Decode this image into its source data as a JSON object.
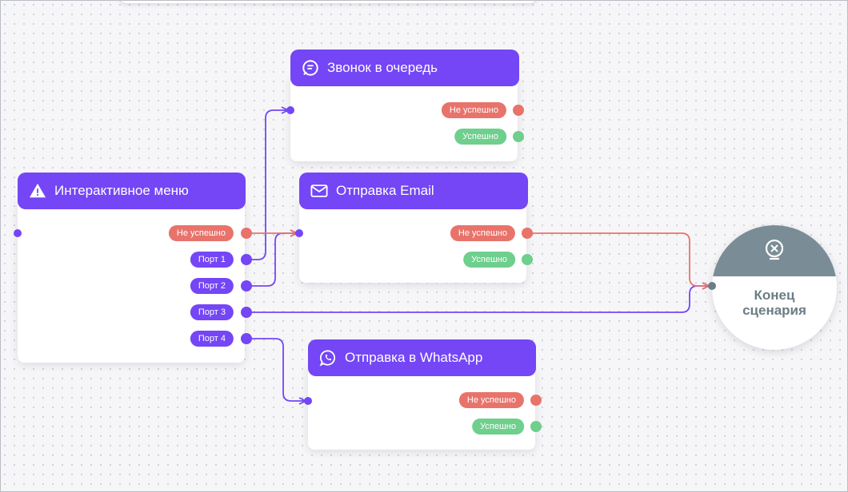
{
  "nodes": {
    "menu": {
      "title": "Интерактивное меню",
      "fail_label": "Не успешно",
      "ports": [
        "Порт 1",
        "Порт 2",
        "Порт 3",
        "Порт 4"
      ]
    },
    "queue": {
      "title": "Звонок в очередь",
      "fail_label": "Не успешно",
      "success_label": "Успешно"
    },
    "email": {
      "title": "Отправка Email",
      "fail_label": "Не успешно",
      "success_label": "Успешно"
    },
    "whatsapp": {
      "title": "Отправка в WhatsApp",
      "fail_label": "Не успешно",
      "success_label": "Успешно"
    },
    "end": {
      "line1": "Конец",
      "line2": "сценария"
    }
  },
  "colors": {
    "header": "#7446f6",
    "fail": "#e8736b",
    "success": "#6fcf8d",
    "port": "#7446f6",
    "end_cap": "#7a8d97"
  },
  "icons": {
    "menu": "warning-icon",
    "queue": "call-queue-icon",
    "email": "mail-icon",
    "whatsapp": "whatsapp-icon",
    "end": "end-cross-icon"
  }
}
